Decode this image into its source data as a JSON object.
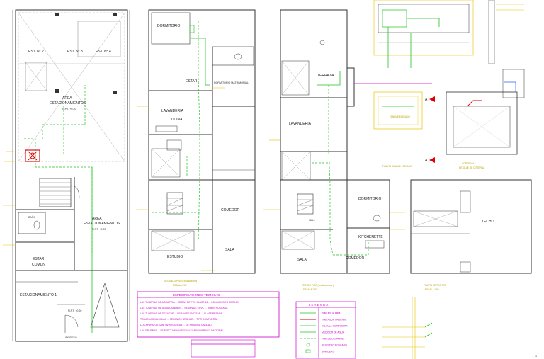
{
  "plan1": {
    "labels": {
      "est2": "EST. N° 2",
      "est3": "EST. N° 3",
      "est4": "EST. N° 4",
      "area": "AREA",
      "estacionamientos": "ESTACIONAMIENTOS",
      "nptA": "N.P.T. +0.20",
      "area2": "AREA",
      "estacionamientos2": "ESTACIONAMIENTOS",
      "nptB": "N.P.T. +0.20",
      "bano": "BAÑO",
      "estar": "ESTAR",
      "comun": "COMUN",
      "estacionamiento1": "ESTACIONAMIENTO 1",
      "ingreso": "INGRESO",
      "npt": "N.P.T. +0.20"
    }
  },
  "plan2": {
    "labels": {
      "dormitorio": "DORMITORIO",
      "estar": "ESTAR",
      "dormitorio_matrimonial": "DORMITORIO MATRIMONIAL",
      "lavanderia": "LAVANDERIA",
      "cocina": "COCINA",
      "comedor": "COMEDOR",
      "sala": "SALA",
      "estudio": "ESTUDIO"
    },
    "title": "SEGUNDO PISO ( Instalaciones )",
    "scale": "ESCALA 1/50"
  },
  "plan3": {
    "labels": {
      "terraza": "TERRAZA",
      "lavanderia": "LAVANDERIA",
      "dormitorio": "DORMITORIO",
      "hall": "HALL",
      "kitchenette": "KITCHENETTE",
      "sala": "SALA",
      "comedor": "COMEDOR"
    },
    "title": "TERCER PISO ( Instalaciones )",
    "scale": "ESCALA 1/50"
  },
  "plan4": {
    "labels": {
      "techo": "TECHO"
    },
    "title": "PLANTA DE TECHOS",
    "scale": "ESCALA 1/50"
  },
  "details": {
    "tanque": "TANQUE ELEVADO",
    "tanque_sub": "PLANTA TANQUE ELEVADO",
    "corte": "CORTE A-A",
    "corte_sub": "DETALLE DE CISTERNA",
    "section_marker": "A"
  },
  "notes": {
    "title": "ESPECIFICACIONES TECNICAS",
    "lines": [
      "LAS TUBERIAS DE AGUA FRIA ... SERAN DE PVC CLASE 10 ... CON UNIONES SIMPLEX",
      "LAS TUBERIAS DE AGUA CALIENTE ... SERAN DE CPVC ... UNION ROSCADA",
      "LAS TUBERIAS DE DESAGUE ... SERAN DE PVC SAP ... CLASE PESADA",
      "TODAS LAS VALVULAS ... SERAN DE BRONCE ... TIPO COMPUERTA",
      "LOS APARATOS SANITARIOS SERAN ... DE PRIMERA CALIDAD",
      "LAS PRUEBAS ... SE EFECTUARAN SEGUN EL REGLAMENTO NACIONAL"
    ]
  },
  "legend": {
    "title": "L E Y E N D A",
    "rows": [
      "TUB. AGUA FRIA",
      "TUB. AGUA CALIENTE",
      "VALVULA COMPUERTA",
      "MEDIDOR DE AGUA",
      "TUB. DE DESAGUE",
      "REGISTRO ROSCADO",
      "SUMIDERO"
    ]
  },
  "colors": {
    "walls": "#333333",
    "water": "#22c422",
    "hot": "#e00000",
    "notes": "#cc00cc",
    "dims": "#e6c200",
    "hatch": "#999999"
  },
  "page_number": "1"
}
